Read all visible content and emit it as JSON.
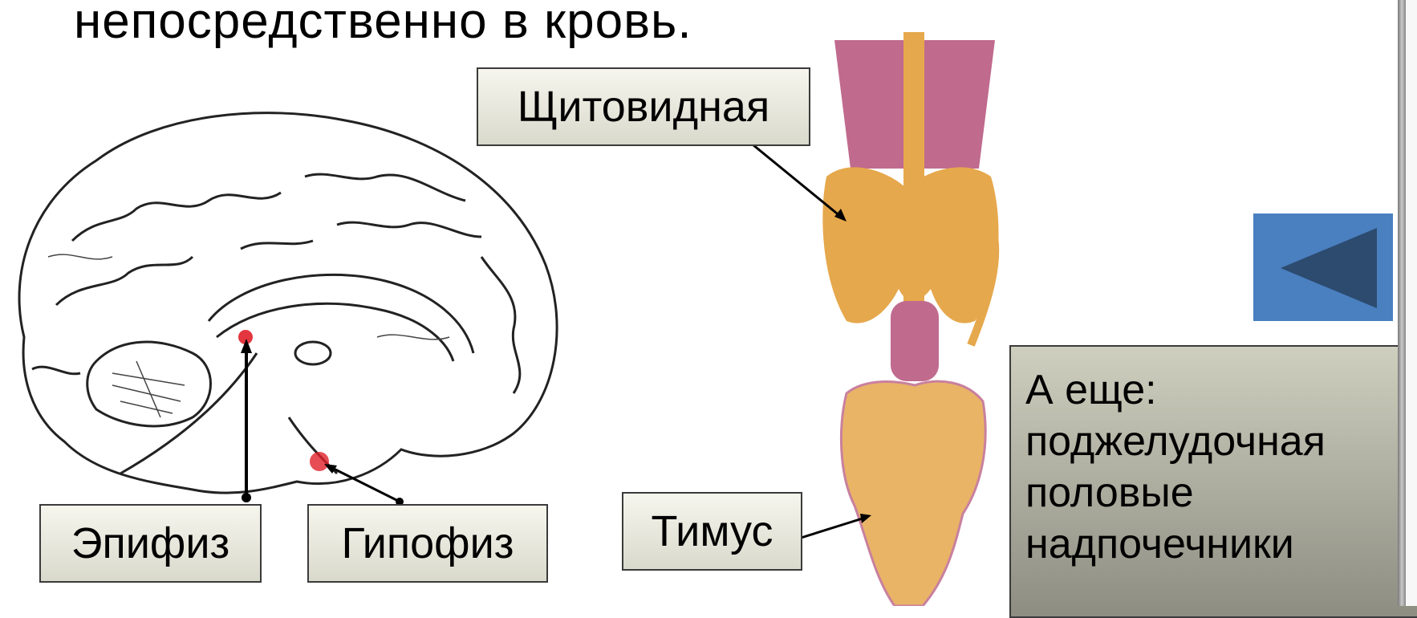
{
  "heading": "непосредственно в кровь.",
  "labels": {
    "thyroid": "Щитовидная",
    "epiphysis": "Эпифиз",
    "pituitary": "Гипофиз",
    "thymus": "Тимус"
  },
  "more": {
    "title": "А еще:",
    "items": [
      "поджелудочная",
      "половые",
      "надпочечники"
    ]
  },
  "colors": {
    "button": "#4a7fc0",
    "button_arrow": "#2c4b6f",
    "gland_orange": "#e6a84c",
    "trachea_pink": "#c06a8e",
    "highlight_red": "#e0202a"
  },
  "icons": {
    "back": "triangle-left-icon"
  }
}
